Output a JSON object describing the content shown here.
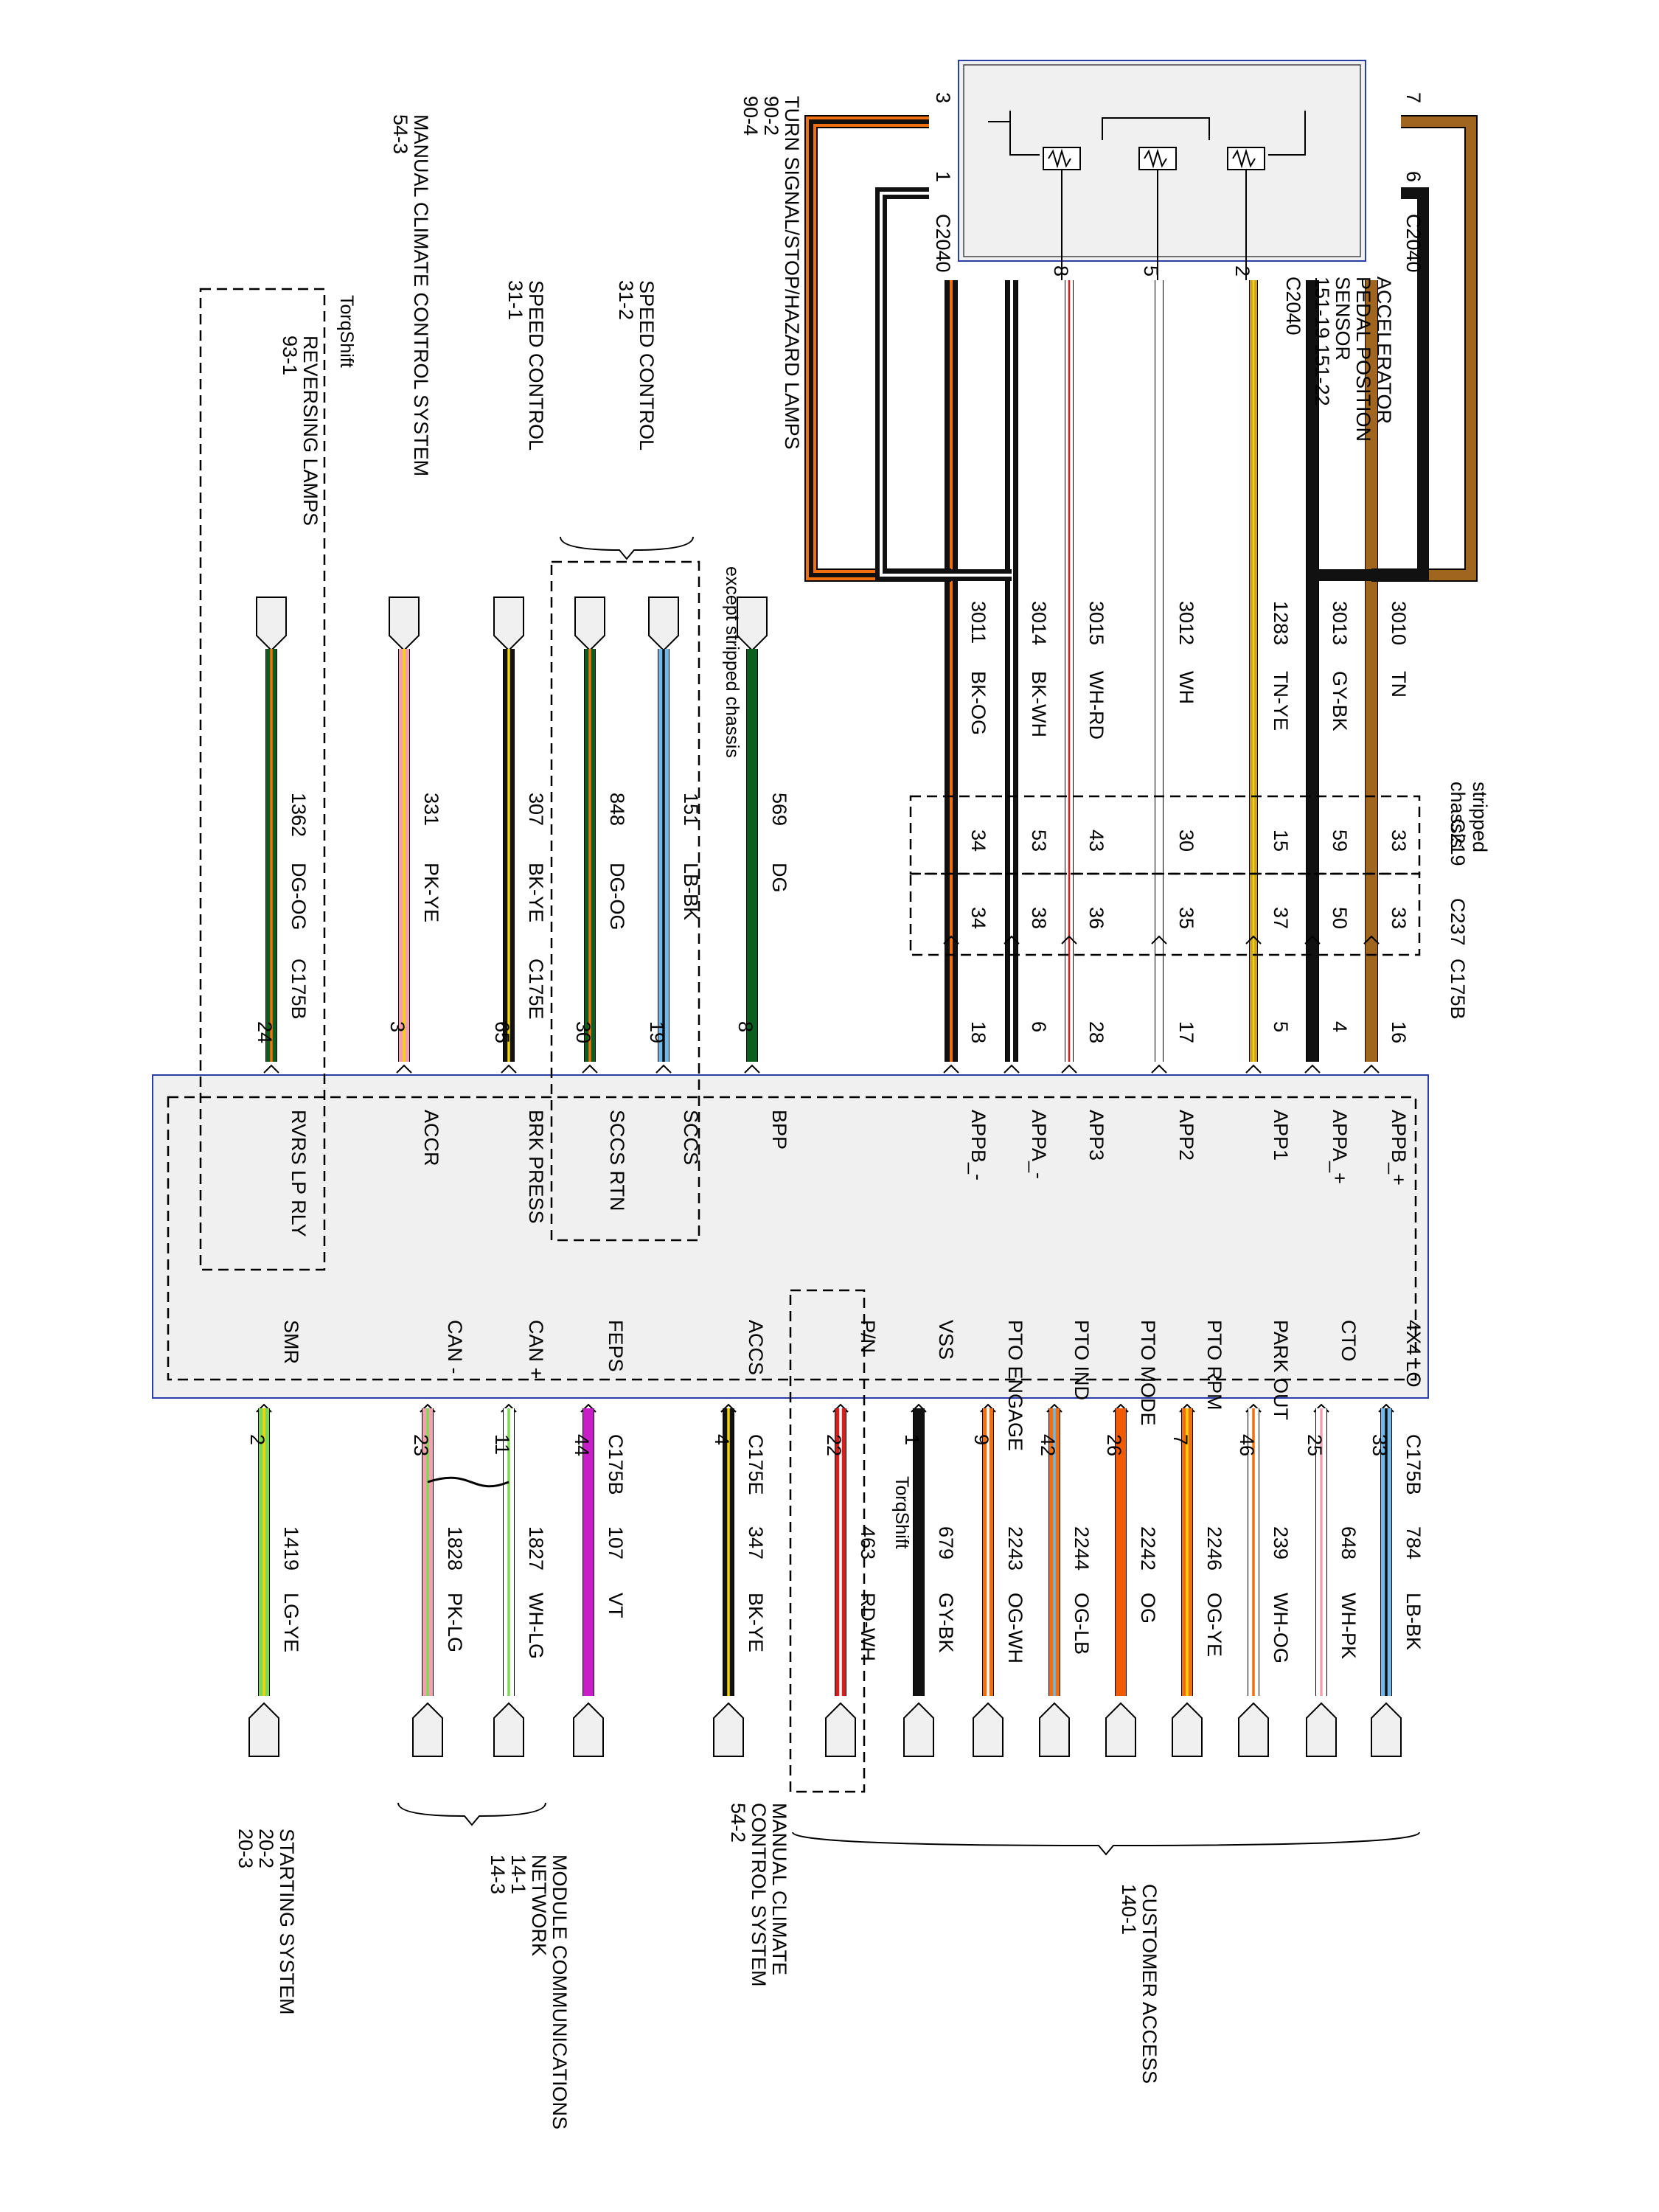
{
  "pcm": {
    "title_lines": [
      "POWERTRAIN",
      "CONTROL",
      "MODULE (PCM)",
      "151-2  151-5  151-9"
    ],
    "left_pins": [
      {
        "label": "APPB_+",
        "circuit": "3010",
        "color_code": "TN",
        "c219": "33",
        "c237": "33",
        "c175b": "16",
        "colors": [
          "#a0651f"
        ]
      },
      {
        "label": "APPA_+",
        "circuit": "3013",
        "color_code": "GY-BK",
        "c219": "59",
        "c237": "50",
        "c175b": "4",
        "colors": [
          "#111111"
        ]
      },
      {
        "label": "APP1",
        "circuit": "1283",
        "color_code": "TN-YE",
        "c219": "15",
        "c237": "37",
        "c175b": "5",
        "colors": [
          "#c9a227",
          "#f2d20a"
        ]
      },
      {
        "label": "APP2",
        "circuit": "3012",
        "color_code": "WH",
        "c219": "30",
        "c237": "35",
        "c175b": "17",
        "colors": [
          "#ffffff"
        ]
      },
      {
        "label": "APP3",
        "circuit": "3015",
        "color_code": "WH-RD",
        "c219": "43",
        "c237": "36",
        "c175b": "28",
        "colors": [
          "#ffffff",
          "#d62020"
        ]
      },
      {
        "label": "APPA_-",
        "circuit": "3014",
        "color_code": "BK-WH",
        "c219": "53",
        "c237": "38",
        "c175b": "6",
        "colors": [
          "#111111",
          "#ffffff"
        ]
      },
      {
        "label": "APPB_-",
        "circuit": "3011",
        "color_code": "BK-OG",
        "c219": "34",
        "c237": "34",
        "c175b": "18",
        "colors": [
          "#111111",
          "#f07010"
        ]
      }
    ],
    "left_other": [
      {
        "label": "BPP",
        "circuit": "569",
        "color_code": "DG",
        "pin": "8",
        "colors": [
          "#0b5e1e"
        ]
      },
      {
        "label": "SCCS",
        "circuit": "151",
        "color_code": "LB-BK",
        "pin": "19",
        "colors": [
          "#6fb8e8",
          "#111111"
        ]
      },
      {
        "label": "SCCS RTN",
        "circuit": "848",
        "color_code": "DG-OG",
        "pin": "30",
        "colors": [
          "#0b5e1e",
          "#f07010"
        ]
      },
      {
        "label": "BRK PRESS",
        "circuit": "307",
        "color_code": "BK-YE",
        "pin": "65",
        "connector": "C175E",
        "colors": [
          "#111111",
          "#f2d20a"
        ]
      },
      {
        "label": "ACCR",
        "circuit": "331",
        "color_code": "PK-YE",
        "pin": "3",
        "colors": [
          "#f5a0b0",
          "#f2d20a"
        ]
      },
      {
        "label": "RVRS LP RLY",
        "circuit": "1362",
        "color_code": "DG-OG",
        "pin": "24",
        "connector": "C175B",
        "colors": [
          "#0b5e1e",
          "#f07010"
        ]
      }
    ],
    "right_pins": [
      {
        "label": "4X4 LO",
        "circuit": "784",
        "color_code": "LB-BK",
        "pin": "33",
        "colors": [
          "#6fb8e8",
          "#111111"
        ]
      },
      {
        "label": "CTO",
        "circuit": "648",
        "color_code": "WH-PK",
        "pin": "25",
        "colors": [
          "#ffffff",
          "#f5a0b0"
        ]
      },
      {
        "label": "PARK OUT",
        "circuit": "239",
        "color_code": "WH-OG",
        "pin": "46",
        "colors": [
          "#ffffff",
          "#f07010"
        ]
      },
      {
        "label": "PTO RPM",
        "circuit": "2246",
        "color_code": "OG-YE",
        "pin": "7",
        "colors": [
          "#f07010",
          "#f2d20a"
        ]
      },
      {
        "label": "PTO MODE",
        "circuit": "2242",
        "color_code": "OG",
        "pin": "26",
        "colors": [
          "#f05a00"
        ]
      },
      {
        "label": "PTO IND",
        "circuit": "2244",
        "color_code": "OG-LB",
        "pin": "42",
        "colors": [
          "#f07010",
          "#6fb8e8"
        ]
      },
      {
        "label": "PTO ENGAGE",
        "circuit": "2243",
        "color_code": "OG-WH",
        "pin": "9",
        "colors": [
          "#f07010",
          "#ffffff"
        ]
      },
      {
        "label": "VSS",
        "circuit": "679",
        "color_code": "GY-BK",
        "pin": "1",
        "colors": [
          "#111111"
        ]
      },
      {
        "label": "P/N",
        "circuit": "463",
        "color_code": "RD-WH",
        "pin": "22",
        "colors": [
          "#d62020",
          "#ffffff"
        ]
      }
    ],
    "right_other": [
      {
        "label": "ACCS",
        "circuit": "347",
        "color_code": "BK-YE",
        "pin": "4",
        "connector": "C175E",
        "colors": [
          "#111111",
          "#f2d20a"
        ]
      },
      {
        "label": "FEPS",
        "circuit": "107",
        "color_code": "VT",
        "pin": "44",
        "connector": "C175B",
        "colors": [
          "#c81ec8"
        ]
      },
      {
        "label": "CAN +",
        "circuit": "1827",
        "color_code": "WH-LG",
        "pin": "11",
        "colors": [
          "#ffffff",
          "#7ed957"
        ]
      },
      {
        "label": "CAN -",
        "circuit": "1828",
        "color_code": "PK-LG",
        "pin": "23",
        "colors": [
          "#f5a0b0",
          "#7ed957"
        ]
      },
      {
        "label": "SMR",
        "circuit": "1419",
        "color_code": "LG-YE",
        "pin": "2",
        "colors": [
          "#7ed957",
          "#f2d20a"
        ]
      }
    ],
    "c175b_right": "C175B"
  },
  "connectors": {
    "c219": "C219",
    "c237": "C237",
    "c175b": "C175B",
    "stripped_chassis": [
      "stripped",
      "chassis"
    ],
    "c2040_top": "C2040",
    "c2040_bottom": "C2040",
    "c2040_mid": "C2040"
  },
  "sensor": {
    "lines": [
      "ACCELERATOR",
      "PEDAL POSITION",
      "SENSOR",
      "151-19  151-22"
    ],
    "pins": {
      "p7": "7",
      "p6": "6",
      "p3": "3",
      "p1": "1",
      "p8": "8",
      "p5": "5",
      "p2": "2"
    }
  },
  "references": {
    "turn_signal": [
      "TURN SIGNAL/STOP/HAZARD LAMPS",
      "90-2",
      "90-4"
    ],
    "speed_control_1": [
      "SPEED CONTROL",
      "31-2"
    ],
    "speed_control_2": [
      "SPEED CONTROL",
      "31-1"
    ],
    "manual_climate_top": [
      "MANUAL CLIMATE CONTROL SYSTEM",
      "54-3"
    ],
    "torqshift": "TorqShift",
    "reversing": [
      "REVERSING LAMPS",
      "93-1"
    ],
    "except_stripped": "except stripped chassis",
    "customer_access": [
      "CUSTOMER ACCESS",
      "140-1"
    ],
    "torqshift_pn": "TorqShift",
    "manual_climate_bottom": [
      "MANUAL CLIMATE",
      "CONTROL SYSTEM",
      "54-2"
    ],
    "module_comm": [
      "MODULE COMMUNICATIONS",
      "NETWORK",
      "14-1",
      "14-3"
    ],
    "starting": [
      "STARTING SYSTEM",
      "20-2",
      "20-3"
    ]
  }
}
